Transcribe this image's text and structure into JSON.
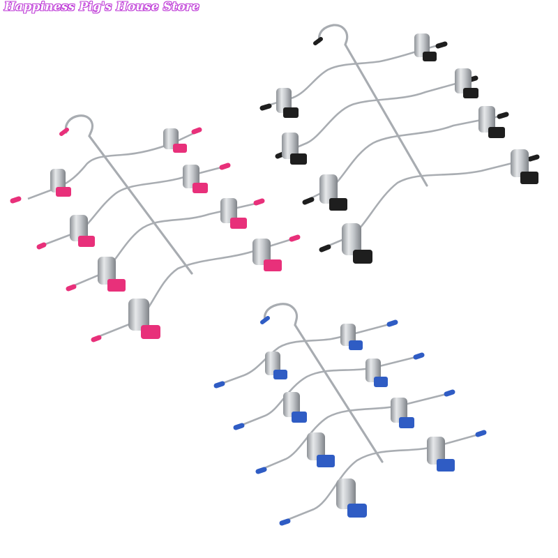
{
  "store": {
    "watermark": "Happiness Pig's House Store"
  },
  "colors": {
    "watermark_outline": "#c040d8",
    "background": "#ffffff",
    "metal": "#b9bcc0",
    "pink_tip": "#e8307a",
    "black_tip": "#1e1e1e",
    "blue_tip": "#2f5cc4"
  },
  "hangers": [
    {
      "name": "pink hanger",
      "tip_color": "pink",
      "tiers": 4
    },
    {
      "name": "black hanger",
      "tip_color": "black",
      "tiers": 4
    },
    {
      "name": "blue hanger",
      "tip_color": "blue",
      "tiers": 4
    }
  ]
}
